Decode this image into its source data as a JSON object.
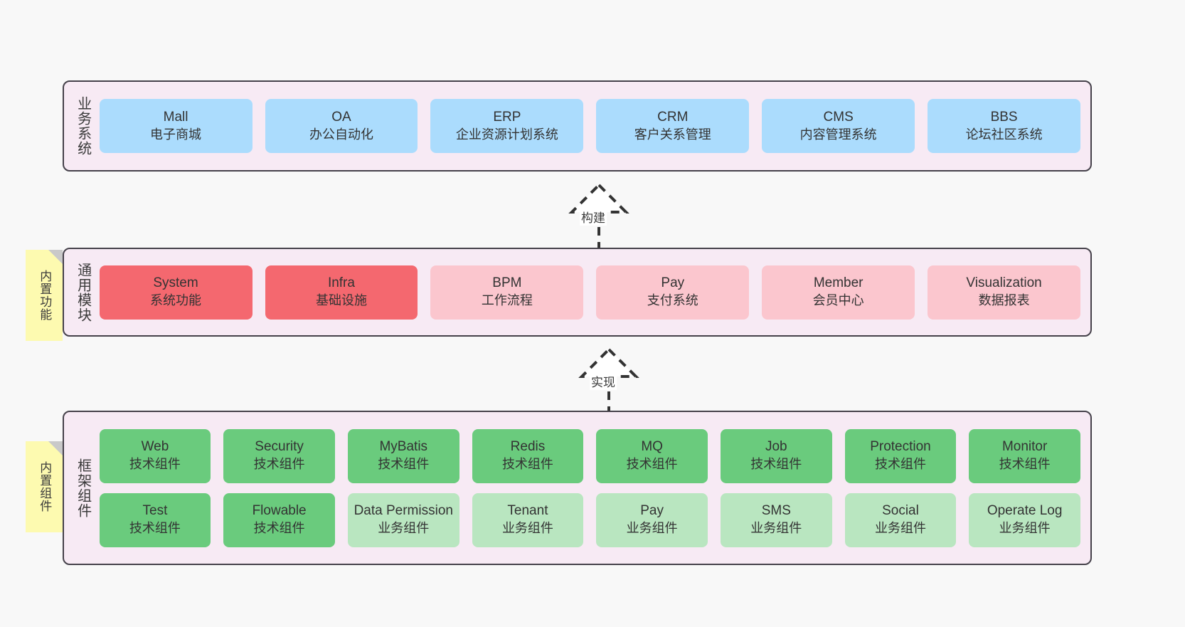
{
  "layers": [
    {
      "id": "business",
      "caption": "业务系统",
      "rows": [
        [
          {
            "title": "Mall",
            "sub": "电子商城",
            "tone": "blue"
          },
          {
            "title": "OA",
            "sub": "办公自动化",
            "tone": "blue"
          },
          {
            "title": "ERP",
            "sub": "企业资源计划系统",
            "tone": "blue"
          },
          {
            "title": "CRM",
            "sub": "客户关系管理",
            "tone": "blue"
          },
          {
            "title": "CMS",
            "sub": "内容管理系统",
            "tone": "blue"
          },
          {
            "title": "BBS",
            "sub": "论坛社区系统",
            "tone": "blue"
          }
        ]
      ]
    },
    {
      "id": "modules",
      "caption": "通用模块",
      "rows": [
        [
          {
            "title": "System",
            "sub": "系统功能",
            "tone": "red"
          },
          {
            "title": "Infra",
            "sub": "基础设施",
            "tone": "red"
          },
          {
            "title": "BPM",
            "sub": "工作流程",
            "tone": "pink"
          },
          {
            "title": "Pay",
            "sub": "支付系统",
            "tone": "pink"
          },
          {
            "title": "Member",
            "sub": "会员中心",
            "tone": "pink"
          },
          {
            "title": "Visualization",
            "sub": "数据报表",
            "tone": "pink"
          }
        ]
      ]
    },
    {
      "id": "framework",
      "caption": "框架组件",
      "rows": [
        [
          {
            "title": "Web",
            "sub": "技术组件",
            "tone": "green"
          },
          {
            "title": "Security",
            "sub": "技术组件",
            "tone": "green"
          },
          {
            "title": "MyBatis",
            "sub": "技术组件",
            "tone": "green"
          },
          {
            "title": "Redis",
            "sub": "技术组件",
            "tone": "green"
          },
          {
            "title": "MQ",
            "sub": "技术组件",
            "tone": "green"
          },
          {
            "title": "Job",
            "sub": "技术组件",
            "tone": "green"
          },
          {
            "title": "Protection",
            "sub": "技术组件",
            "tone": "green"
          },
          {
            "title": "Monitor",
            "sub": "技术组件",
            "tone": "green"
          }
        ],
        [
          {
            "title": "Test",
            "sub": "技术组件",
            "tone": "green"
          },
          {
            "title": "Flowable",
            "sub": "技术组件",
            "tone": "green"
          },
          {
            "title": "Data Permission",
            "sub": "业务组件",
            "tone": "lightgreen"
          },
          {
            "title": "Tenant",
            "sub": "业务组件",
            "tone": "lightgreen"
          },
          {
            "title": "Pay",
            "sub": "业务组件",
            "tone": "lightgreen"
          },
          {
            "title": "SMS",
            "sub": "业务组件",
            "tone": "lightgreen"
          },
          {
            "title": "Social",
            "sub": "业务组件",
            "tone": "lightgreen"
          },
          {
            "title": "Operate Log",
            "sub": "业务组件",
            "tone": "lightgreen"
          }
        ]
      ]
    }
  ],
  "sticky_notes": [
    {
      "id": "features",
      "label": "内置功能"
    },
    {
      "id": "components",
      "label": "内置组件"
    }
  ],
  "connectors": [
    {
      "id": "build",
      "label": "构建"
    },
    {
      "id": "realize",
      "label": "实现"
    }
  ],
  "colors": {
    "panel_background": "#f7eaf4",
    "panel_border": "#45414a",
    "business_card": "#abdcfd",
    "module_core_card": "#f4686f",
    "module_card": "#fbc6ce",
    "tech_component_card": "#6acb7d",
    "business_component_card": "#b9e6c0",
    "sticky_note": "#fdfab0",
    "sticky_fold": "#c9c9c9",
    "canvas_background": "#f8f8f8"
  }
}
